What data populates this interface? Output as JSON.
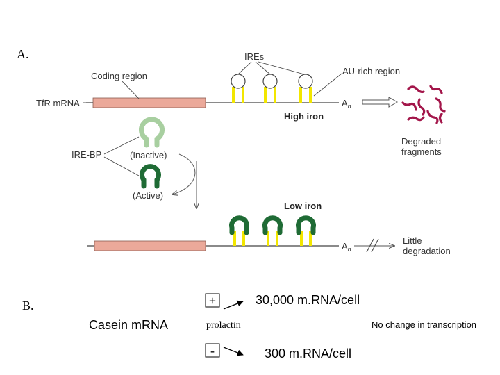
{
  "panel_a": {
    "label": "A.",
    "labels": {
      "coding_region": "Coding region",
      "tfr_mrna": "TfR mRNA",
      "ires": "IREs",
      "au_rich": "AU-rich region",
      "an_top": "A",
      "an_top_sub": "n",
      "high_iron": "High iron",
      "degraded_1": "Degraded",
      "degraded_2": "fragments",
      "ire_bp": "IRE-BP",
      "inactive": "(Inactive)",
      "active": "(Active)",
      "low_iron": "Low iron",
      "an_bottom": "A",
      "an_bottom_sub": "n",
      "little_1": "Little",
      "little_2": "degradation"
    },
    "colors": {
      "coding_region": "#eba99a",
      "ire_stem": "#f2e600",
      "active_bp": "#1f6b35",
      "inactive_bp": "#a8cfa0",
      "fragments": "#a3164a",
      "line": "#333333"
    }
  },
  "panel_b": {
    "label": "B.",
    "casein": "Casein mRNA",
    "plus": "+",
    "minus": "-",
    "prolactin": "prolactin",
    "result_high": "30,000 m.RNA/cell",
    "result_low": "300 m.RNA/cell",
    "note": "No change in transcription"
  }
}
